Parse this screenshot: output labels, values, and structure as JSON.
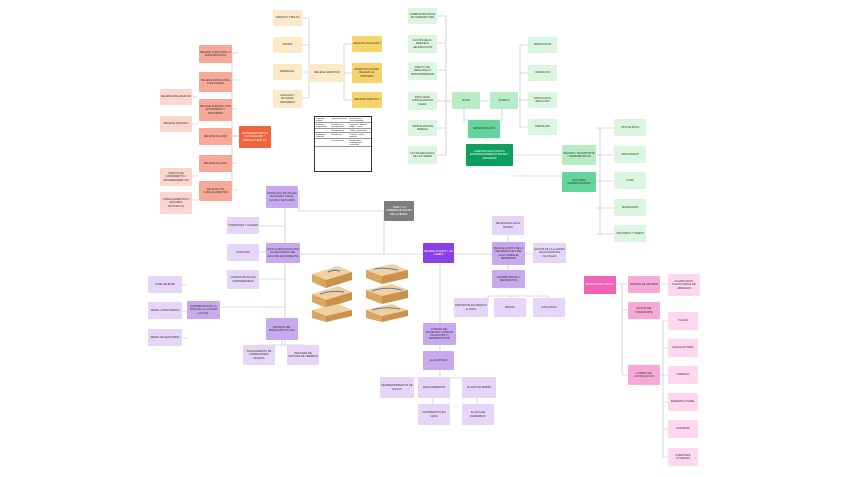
{
  "central": "TEMA 7 LA SUPERFICIE SOLIDA DE LA TIERRA",
  "weathering": {
    "title": "METEORIZACION",
    "fisica": "FISICA",
    "quimica": "QUIMICA",
    "physical_items": [
      "CAMBIOS BRUSCOS DE TEMPERATURA",
      "ACCION HIELO-DESHIELO GELIFRACCION",
      "EFECTO DE DESCARGA O DESCOMPRESION",
      "EXPLOSION CRISTALIZACION SALES",
      "CRISTALIZACION MINERAL",
      "ACCION MECANICA DE LOS SERES"
    ],
    "chemical_items": [
      "HIDRATACION",
      "OXIDACION",
      "DISOLUCION REACCION",
      "HIDROLISIS"
    ],
    "agents": "AGENTES GEOLOGICOS EXTERNOS ENERGIA SOLAR Y GRAVEDAD",
    "process": "EROSION, TRANSPORTE Y SEDIMENTACION",
    "factors": "FACTORES CONDICIONANTES",
    "factor_items": [
      "TIPO DE ROCA",
      "TOPOGRAFIA",
      "CLIMA",
      "VEGETACION",
      "TECTONICA Y TIEMPO"
    ]
  },
  "relief": {
    "title": "RELIEVE GRANITICO",
    "top_items": [
      "CRESTAS Y BOLAS",
      "DOMOS",
      "BERROCAL",
      "LANCHAS Y BLOQUES DISPERSOS"
    ],
    "right_items": [
      "RELIEVE VOLCANICO",
      "MODIFICACION DEL RELIEVE: EL PROCESO",
      "RELIEVE KARSTICO"
    ],
    "meteor_title": "METEORIZACION DE LOS RELIEVES Y ESTRUCTURAL ES",
    "left_items": [
      "RELIEVE HORIZONTAL O SUBHORIZONTAL",
      "RELIEVE MONOCLINAL O ESCUADRA",
      "RELIEVE PLEGADO CON ANTIFORMAS Y SINFORMAS",
      "RELIEVE FALLADO",
      "RELIEVE CON CABALGAMIENTOS"
    ],
    "far_left": [
      "RELIEVE APALACHIANO",
      "RELIEVE JURASICO",
      "MANTOS DE CORRIMIENTO O DESCENDIMIENTOS",
      "CABALGAMIENTOS O ESCAMAS TECTONICAS"
    ]
  },
  "table": {
    "headers": [
      "Lugar de origen",
      "Tipo de proceso",
      "Formas mas caracteristicas"
    ],
    "rows": [
      [
        "Exokarst (superficie)",
        "Disolucion y precipitacion",
        "Lapiaces, dolinas, poljes, cerros"
      ],
      [
        "",
        "Precipitacion",
        "Tobas, travertinos"
      ],
      [
        "Endokarst (interior)",
        "Disolucion",
        "Cuevas, simas, galerias"
      ],
      [
        "",
        "Precipitacion",
        "Estalactitas, estalagmitas, columnas"
      ]
    ]
  },
  "valley": {
    "title": "MODELADO DE VALLES FLUVIALES: VALLE, CAUCE Y ESTUARIO",
    "left_items": [
      "TORRENTES Y CAUCES",
      "CARCAVAS",
      "CURSOS DE AGUAS SUBTERRANEAS"
    ],
    "hub": "RIOS ALIMENTADOS POR EL RECORRIDO DEL AGUA DE ESCORRENTIA",
    "llanura": "DISTRIBUCION EN LA ZONA DE LA LLANURA ALUVIAL",
    "sub_items": [
      "NIVEL DE BASE",
      "PERFIL LONGITUDINAL",
      "PERFIL DE EQUILIBRIO"
    ],
    "erosion": "EROSION DEL MODELADO FLUVIAL",
    "erosion_items": [
      "SOCAVAMIENTO DE FORMACIONES RIGIDAS",
      "PROCESO DE CAPTURA DE TERRENO"
    ]
  },
  "dunes": {
    "title": "RELIEVE PLANOS Y DE LIGERO",
    "right_top": "RELIEVE DEL AGUA MARINA",
    "right_mid": "RELIEVE ACCION DE LA SEDIMENTACION DEL AGUA SOBRE EL SEDIMENTO",
    "right_far": "ACCION DE LA LLANURA DE INUNDACION FLUVIALES",
    "sediments": "SEDIMENTACION Y SEDIMENTOS",
    "sed_items": [
      "DEPOSITOS DE ABANICO ALUVIAL",
      "DELTAS",
      "ESTUARIOS"
    ],
    "glacier": "FORMAS DEL MODELADO: FORMAS DE EROSION Y SEDIMENTACION",
    "glacier_sub": "GLACIARISMO",
    "glacier_items": [
      "DESPRENDIMIENTOS DE ROCAS",
      "DESLIZAMIENTOS",
      "FLUJOS DE BARRO",
      "MOVIMIENTOS EN MASA",
      "FLUJOS DE DERRUBIOS"
    ]
  },
  "coast": {
    "title": "MORFOLOGIA LITORAL",
    "erosion": "FORMAS DE EROSION",
    "erosion_item": "ACANTILADOS, PLATAFORMAS DE ABRASION",
    "transport": "ACCION DEL TRANSPORTE",
    "deposition": "FORMAS DE ACUMULACION",
    "dep_items": [
      "PLAYAS",
      "FLECHA LITORAL",
      "TOMBOLO",
      "BARRERA LITORAL",
      "ALBUFERA",
      "CORDONES LITORALES"
    ]
  },
  "colors": {
    "line": "#bbbbbb"
  }
}
